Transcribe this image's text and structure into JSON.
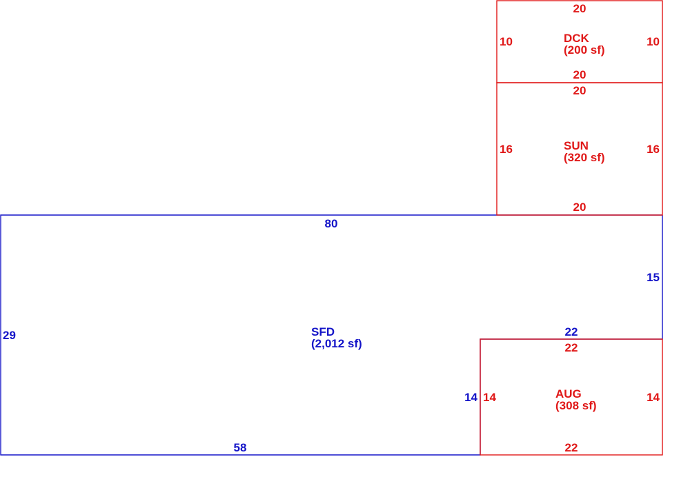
{
  "colors": {
    "main_structure": "#1414c8",
    "additions": "#e01818",
    "background": "#ffffff"
  },
  "sections": {
    "sfd": {
      "name": "SFD",
      "area": "(2,012 sf)",
      "dims": {
        "top": "80",
        "right": "15",
        "inner_bottom": "22",
        "inner_left": "14",
        "bottom": "58",
        "left": "29"
      }
    },
    "dck": {
      "name": "DCK",
      "area": "(200 sf)",
      "dims": {
        "top": "20",
        "bottom": "20",
        "left": "10",
        "right": "10"
      }
    },
    "sun": {
      "name": "SUN",
      "area": "(320 sf)",
      "dims": {
        "top": "20",
        "bottom": "20",
        "left": "16",
        "right": "16"
      }
    },
    "aug": {
      "name": "AUG",
      "area": "(308 sf)",
      "dims": {
        "top": "22",
        "bottom": "22",
        "left": "14",
        "right": "14"
      }
    }
  }
}
